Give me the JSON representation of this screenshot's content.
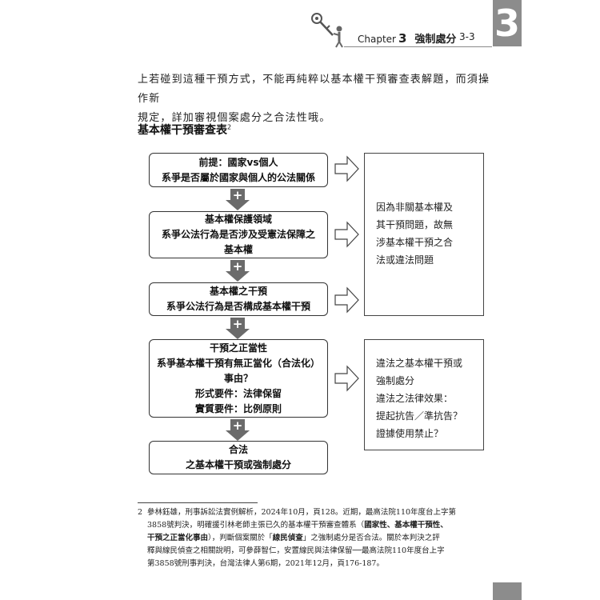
{
  "header": {
    "chapter_label": "Chapter",
    "chapter_number": "3",
    "chapter_title": "強制處分",
    "page_number": "3-3",
    "tab_number": "3"
  },
  "intro": {
    "line1": "上若碰到這種干預方式，不能再純粹以基本權干預審查表解題，而須操作新",
    "line2": "規定，詳加審視個案處分之合法性哦。"
  },
  "section": {
    "title": "基本權干預審查表",
    "footnote_ref": "2"
  },
  "flow": {
    "plus_symbol": "+",
    "box1": {
      "title": "前提：國家vs個人",
      "line2": "系爭是否屬於國家與個人的公法關係"
    },
    "box2": {
      "title": "基本權保護領域",
      "line2": "系爭公法行為是否涉及受憲法保障之",
      "line3": "基本權"
    },
    "box3": {
      "title": "基本權之干預",
      "line2": "系爭公法行為是否構成基本權干預"
    },
    "box4": {
      "title": "干預之正當性",
      "line2": "系爭基本權干預有無正當化（合法化）",
      "line3": "事由？",
      "line4": "形式要件：法律保留",
      "line5": "實質要件：比例原則"
    },
    "box5": {
      "title": "合法",
      "line2": "之基本權干預或強制處分"
    },
    "side1": [
      "因為非關基本權及",
      "其干預問題，故無",
      "涉基本權干預之合",
      "法或違法問題"
    ],
    "side2": [
      "違法之基本權干預或",
      "強制處分",
      "違法之法律效果：",
      "提起抗告／準抗告？",
      "證據使用禁止？"
    ]
  },
  "footnote": {
    "number": "2",
    "line1": "參林鈺雄，刑事訴訟法實例解析，2024年10月，頁128。近期，最高法院110年度台上字第",
    "line2a": "3858號判決，明確援引林老師主張已久的基本權干預審查體系（",
    "line2b": "國家性、基本權干預性、",
    "line3a": "干預之正當化事由",
    "line3b": "），判斷個案關於「",
    "line3c": "線民偵查",
    "line3d": "」之強制處分是否合法。關於本判決之評",
    "line4": "釋與線民偵查之相關說明，可參薛智仁，安置線民與法律保留──最高法院110年度台上字",
    "line5": "第3858號刑事判決，台灣法律人第6期，2021年12月，頁176-187。"
  }
}
